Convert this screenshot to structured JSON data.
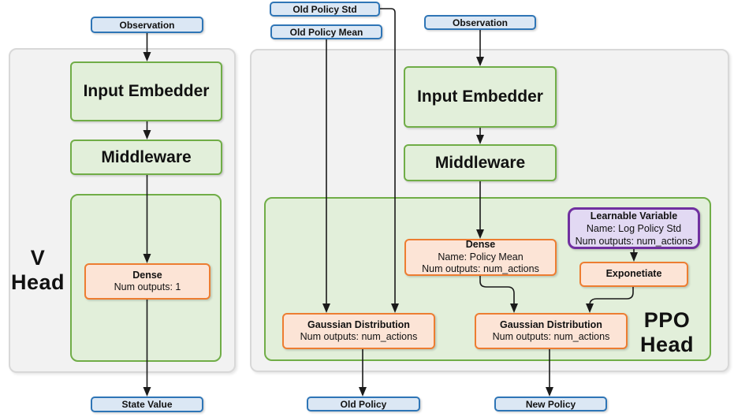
{
  "colors": {
    "green_fill": "#e2efda",
    "green_border": "#70ad47",
    "orange_fill": "#fce4d6",
    "orange_border": "#ed7d31",
    "purple_fill": "#e2d9f3",
    "purple_border": "#7030a0",
    "blue_fill": "#dbe7f4",
    "blue_border": "#2e75b6",
    "panel_fill": "#f2f2f2",
    "panel_border": "#d8d8d8",
    "arrow": "#1a1a1a"
  },
  "v_head": {
    "input": "Observation",
    "input_embedder": "Input Embedder",
    "middleware": "Middleware",
    "dense_title": "Dense",
    "dense_line2": "Num outputs: 1",
    "label_line1": "V",
    "label_line2": "Head",
    "output": "State Value"
  },
  "ppo_head": {
    "input_old_policy_std": "Old Policy Std",
    "input_old_policy_mean": "Old Policy Mean",
    "input_observation": "Observation",
    "input_embedder": "Input Embedder",
    "middleware": "Middleware",
    "dense_title": "Dense",
    "dense_line2": "Name: Policy Mean",
    "dense_line3": "Num outputs: num_actions",
    "learnable_title": "Learnable Variable",
    "learnable_line2": "Name: Log Policy Std",
    "learnable_line3": "Num outputs: num_actions",
    "exponetiate": "Exponetiate",
    "gaussian_old_title": "Gaussian Distribution",
    "gaussian_old_line2": "Num outputs: num_actions",
    "gaussian_new_title": "Gaussian Distribution",
    "gaussian_new_line2": "Num outputs: num_actions",
    "label_line1": "PPO",
    "label_line2": "Head",
    "output_old": "Old Policy",
    "output_new": "New Policy"
  }
}
